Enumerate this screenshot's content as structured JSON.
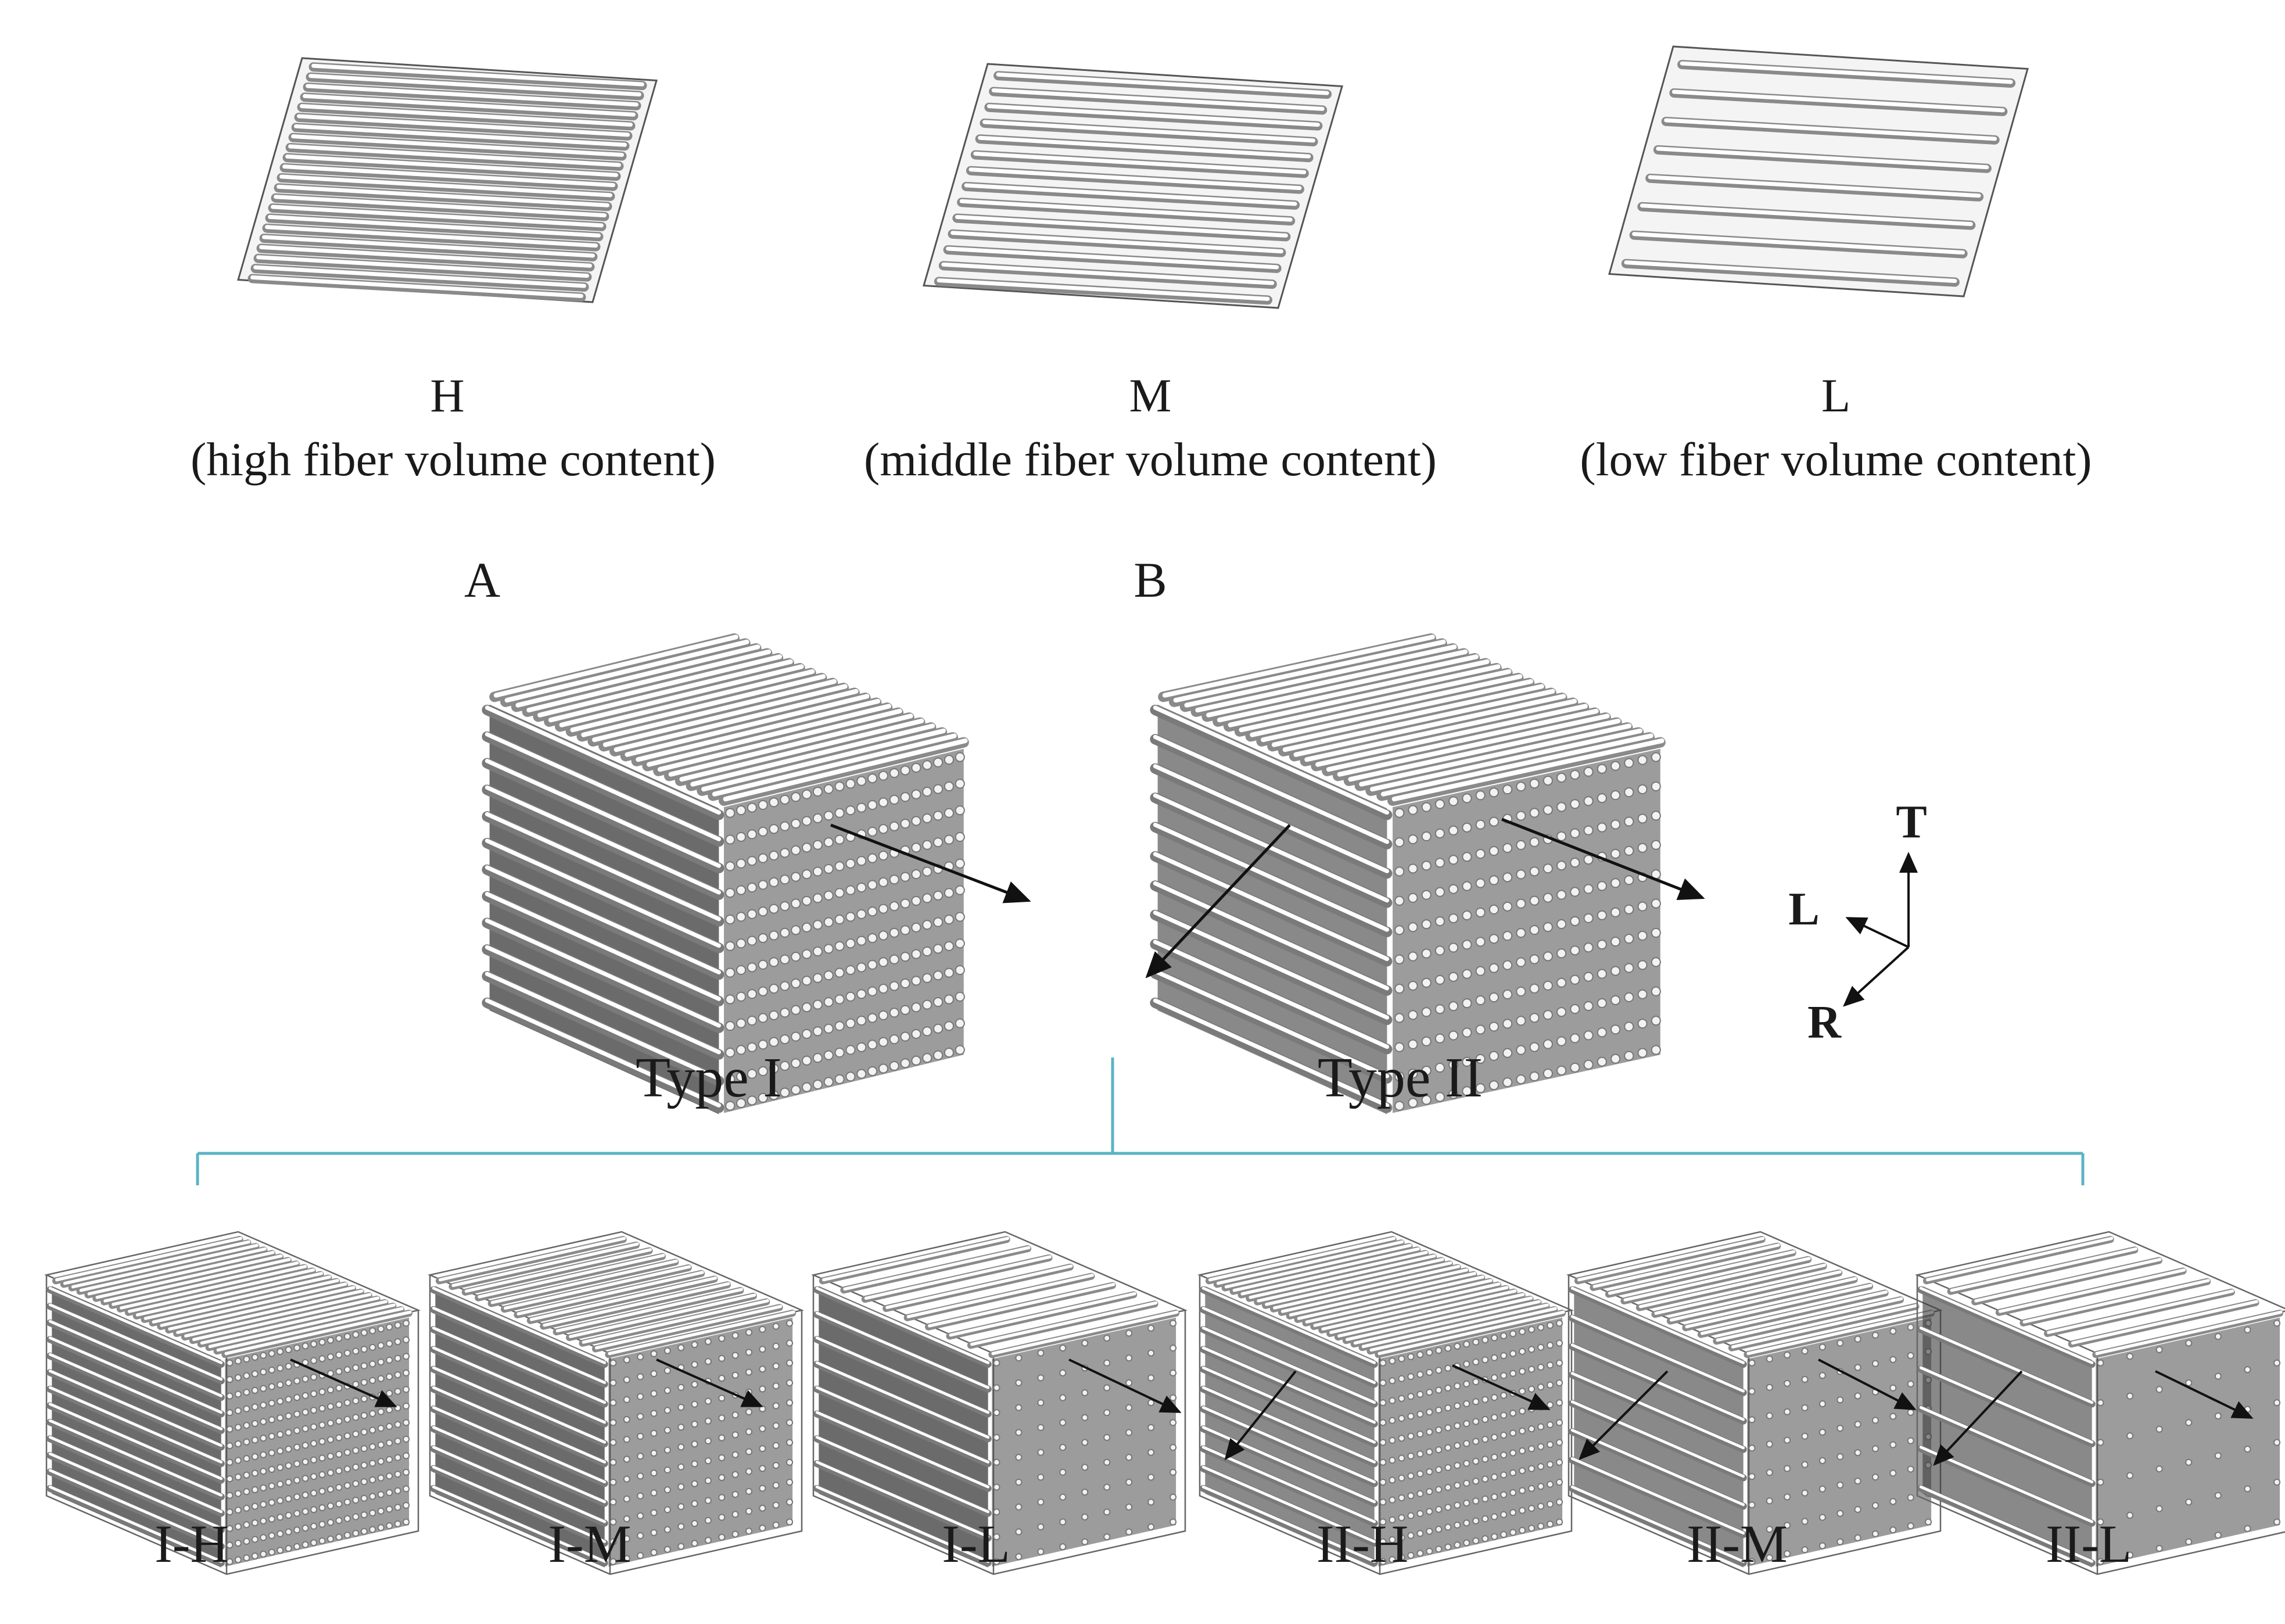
{
  "fiber_levels": [
    {
      "code": "H",
      "description": "(high fiber volume content)"
    },
    {
      "code": "M",
      "description": "(middle fiber volume content)"
    },
    {
      "code": "L",
      "description": "(low fiber volume content)"
    }
  ],
  "types": [
    {
      "tag": "A",
      "name": "Type I"
    },
    {
      "tag": "B",
      "name": "Type II"
    }
  ],
  "axes": {
    "t": "T",
    "l": "L",
    "r": "R"
  },
  "variants": [
    "I-H",
    "I-M",
    "I-L",
    "II-H",
    "II-M",
    "II-L"
  ],
  "colors": {
    "bracket": "#5BB3C6",
    "fiber_light": "#ffffff",
    "fiber_dark": "#8a8a8a",
    "arrow": "#111111"
  }
}
